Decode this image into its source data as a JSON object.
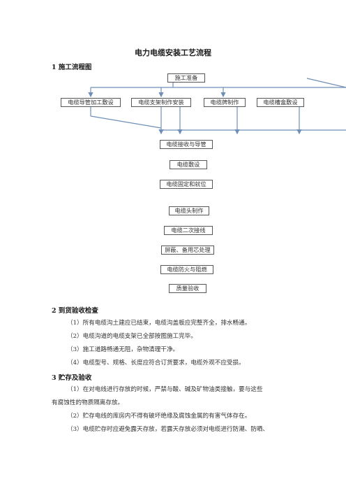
{
  "title": "电力电缆安装工艺流程",
  "sections": {
    "s1": {
      "heading": "1 施工流程图"
    },
    "s2": {
      "heading": "2 到货验收检查",
      "items": [
        "（1）所有电缆沟土建应已结束，电缆沟盖板应完整齐全，排水畅通。",
        "（2）电缆沟道的电缆支架已全部按图施工完毕。",
        "（3）施工道路畅通无阻，杂物清理干净。",
        "（4）电缆型号、规格、长度应符合订货要求，电缆外观不应受损。"
      ]
    },
    "s3": {
      "heading": "3 贮存及验收",
      "items": [
        "（1）在对电线进行存放的时候，严禁与酸、碱及矿物油类接触，要与这些",
        "有腐蚀性的物质隔离存放。",
        "（2）贮存电线的库房内不得有破坏绝缘及腐蚀金属的有害气体存在。",
        "（3）电缆贮存时应避免露天存放，若露天存放必须对电缆进行防潮、防晒、"
      ]
    }
  },
  "flow": {
    "start": "施工准备",
    "parallel": [
      "电缆导管加工敷设",
      "电缆支架制作安装",
      "电缆牌制作",
      "电缆槽盒敷设"
    ],
    "steps": [
      "电缆接收与导管",
      "电缆敷设",
      "电缆固定和就位",
      "电缆头制作",
      "电缆二次接线",
      "屏蔽、备用芯处理",
      "电缆防火与阻燃",
      "质量验收"
    ]
  },
  "colors": {
    "arrow": "#6f8fb8",
    "box_border": "#555555"
  }
}
